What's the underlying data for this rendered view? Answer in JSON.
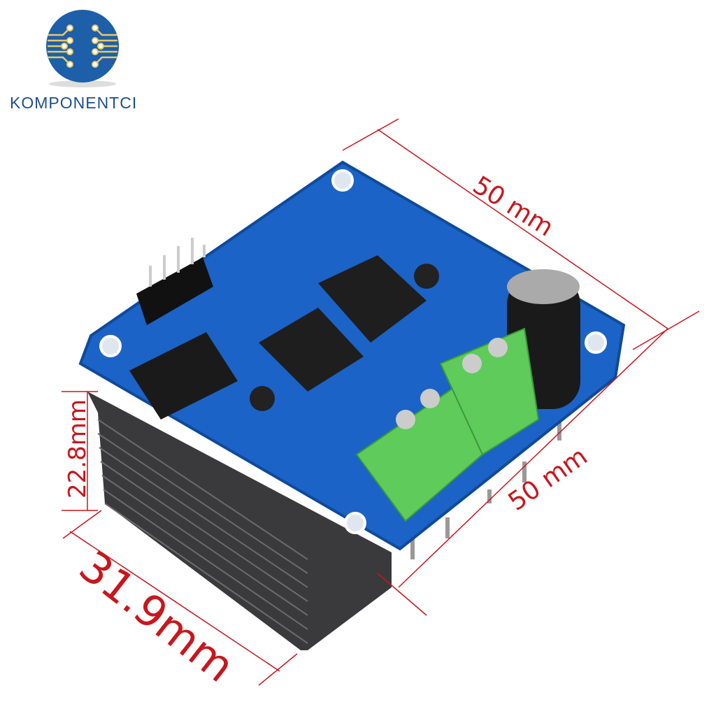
{
  "brand": {
    "name": "KOMPONENTCI",
    "logo_icon": "circuit-globe-icon",
    "primary_color": "#1d5fa8",
    "accent_color": "#e8c96a"
  },
  "dimensions": {
    "top_length": "50 mm",
    "right_length": "50 mm",
    "height": "22.8mm",
    "heatsink_width": "31.9mm",
    "line_color": "#c8161d"
  },
  "product": {
    "board_color": "#1b63c6",
    "terminal_color": "#5ecb5a",
    "heatsink_color": "#3a3a3c"
  }
}
